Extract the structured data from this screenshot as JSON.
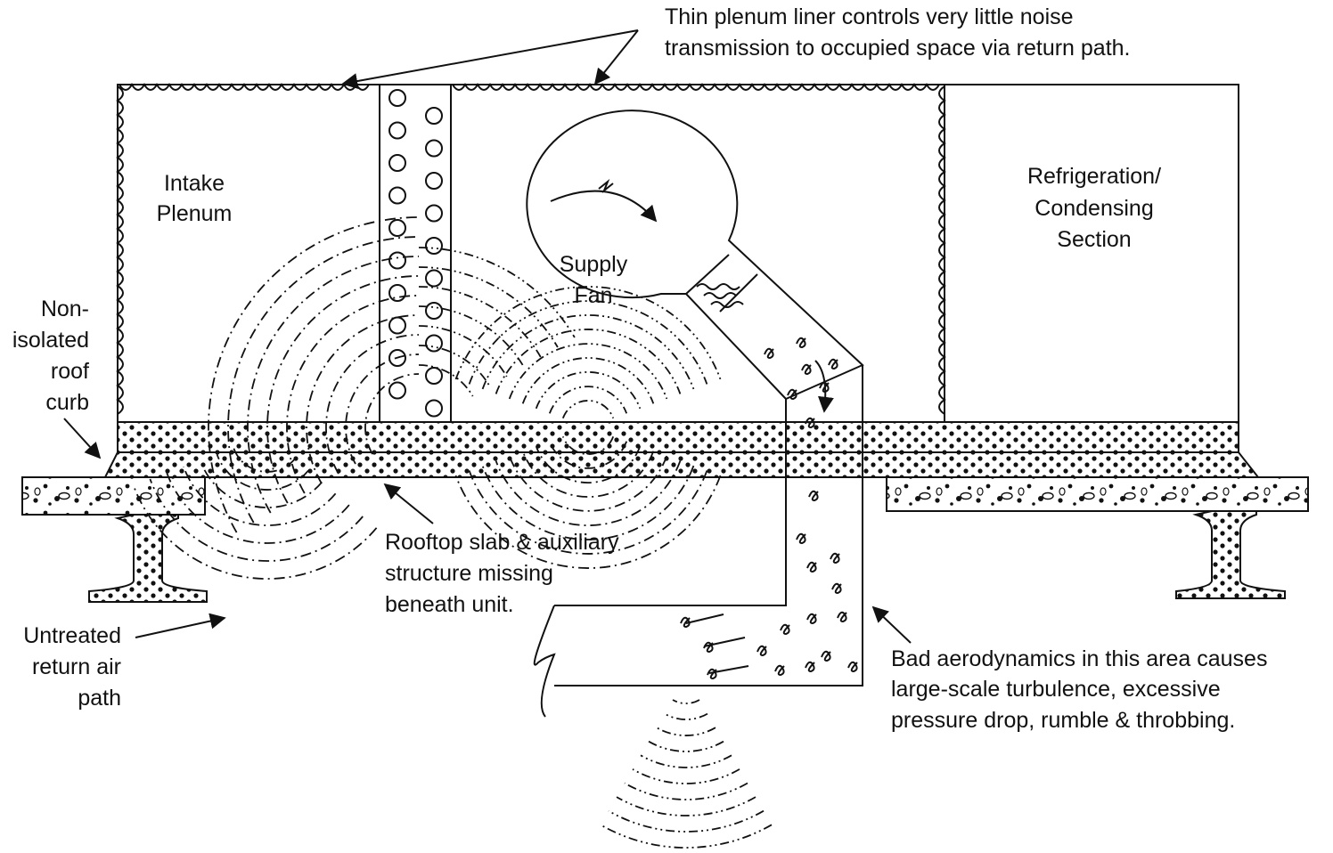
{
  "labels": {
    "liner_note_1": "Thin plenum liner controls very little noise",
    "liner_note_2": "transmission to occupied space via return path.",
    "intake_1": "Intake",
    "intake_2": "Plenum",
    "supply_1": "Supply",
    "supply_2": "Fan",
    "refrig_1": "Refrigeration/",
    "refrig_2": "Condensing",
    "refrig_3": "Section",
    "curb_1": "Non-",
    "curb_2": "isolated",
    "curb_3": "roof",
    "curb_4": "curb",
    "slab_1": "Rooftop slab & auxiliary",
    "slab_2": "structure missing",
    "slab_3": "beneath unit.",
    "return_1": "Untreated",
    "return_2": "return air",
    "return_3": "path",
    "aero_1": "Bad aerodynamics in this area causes",
    "aero_2": "large-scale turbulence, excessive",
    "aero_3": "pressure drop, rumble & throbbing."
  },
  "colors": {
    "ink": "#111111",
    "paper": "#ffffff"
  }
}
